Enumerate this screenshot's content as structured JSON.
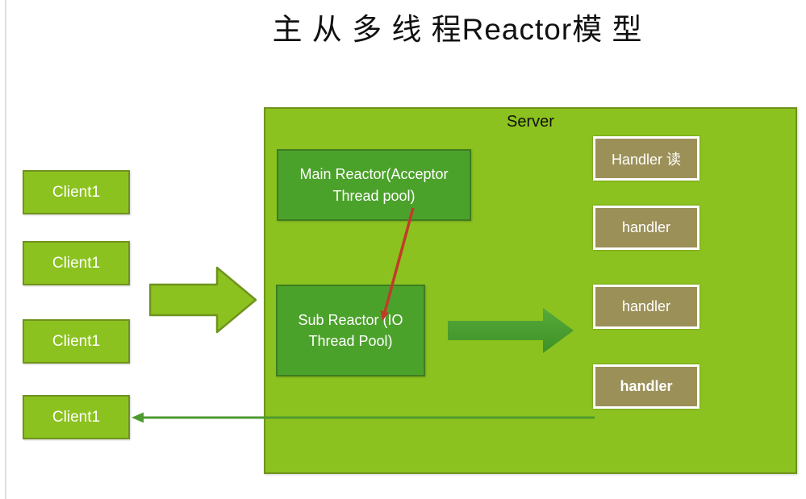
{
  "title": "主 从 多 线 程Reactor模 型",
  "clients": [
    {
      "label": "Client1"
    },
    {
      "label": "Client1"
    },
    {
      "label": "Client1"
    },
    {
      "label": "Client1"
    }
  ],
  "server": {
    "label": "Server",
    "main_reactor_label": "Main Reactor(Acceptor Thread pool)",
    "sub_reactor_label": "Sub Reactor (IO Thread Pool)",
    "handlers": [
      {
        "label": "Handler 读"
      },
      {
        "label": "handler"
      },
      {
        "label": "handler"
      },
      {
        "label": "handler",
        "bold": true
      }
    ]
  },
  "colors": {
    "panel_green": "#8CC21F",
    "panel_border": "#6F931E",
    "reactor_green": "#4BA22B",
    "reactor_border": "#3E7D20",
    "handler_olive": "#9C9059",
    "inner_arrow_green": "#4A9E2F",
    "return_arrow_green": "#4E9A2E",
    "red_connector": "#C13B2A",
    "title_black": "#111111"
  }
}
